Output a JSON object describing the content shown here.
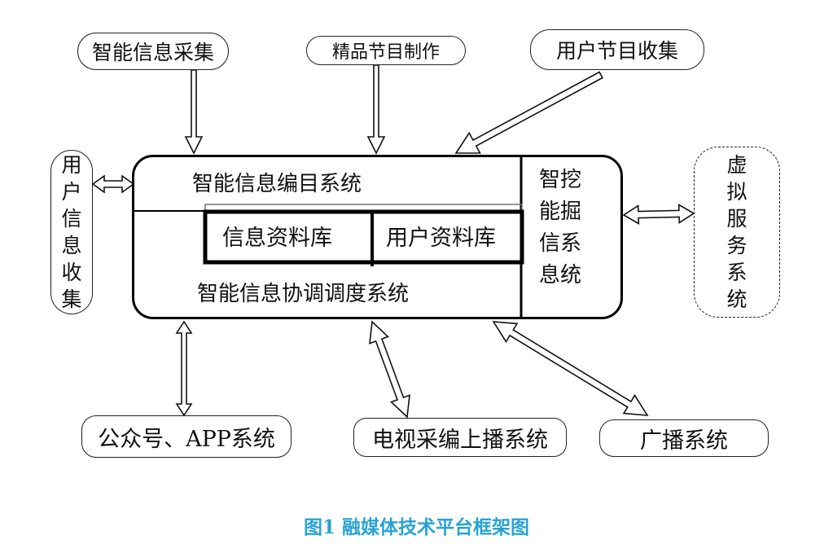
{
  "diagram": {
    "inputs": {
      "smart_info_collect": "智能信息采集",
      "premium_program": "精品节目制作",
      "user_program_collect": "用户节目收集"
    },
    "sides": {
      "user_info_collect": [
        "用",
        "户",
        "信",
        "息",
        "收",
        "集"
      ],
      "virtual_service": [
        "虚",
        "拟",
        "服",
        "务",
        "系",
        "统"
      ]
    },
    "main": {
      "cataloging": "智能信息编目系统",
      "info_db": "信息资料库",
      "user_db": "用户资料库",
      "coordination": "智能信息协调调度系统",
      "mining_lines": [
        "智挖",
        "能掘",
        "信系",
        "息统"
      ]
    },
    "outputs": {
      "wechat_app": "公众号、APP系统",
      "tv_broadcast": "电视采编上播系统",
      "radio": "广播系统"
    },
    "caption": "图1 融媒体技术平台框架图"
  },
  "colors": {
    "caption": "#29a3d4",
    "stroke": "#111111"
  }
}
